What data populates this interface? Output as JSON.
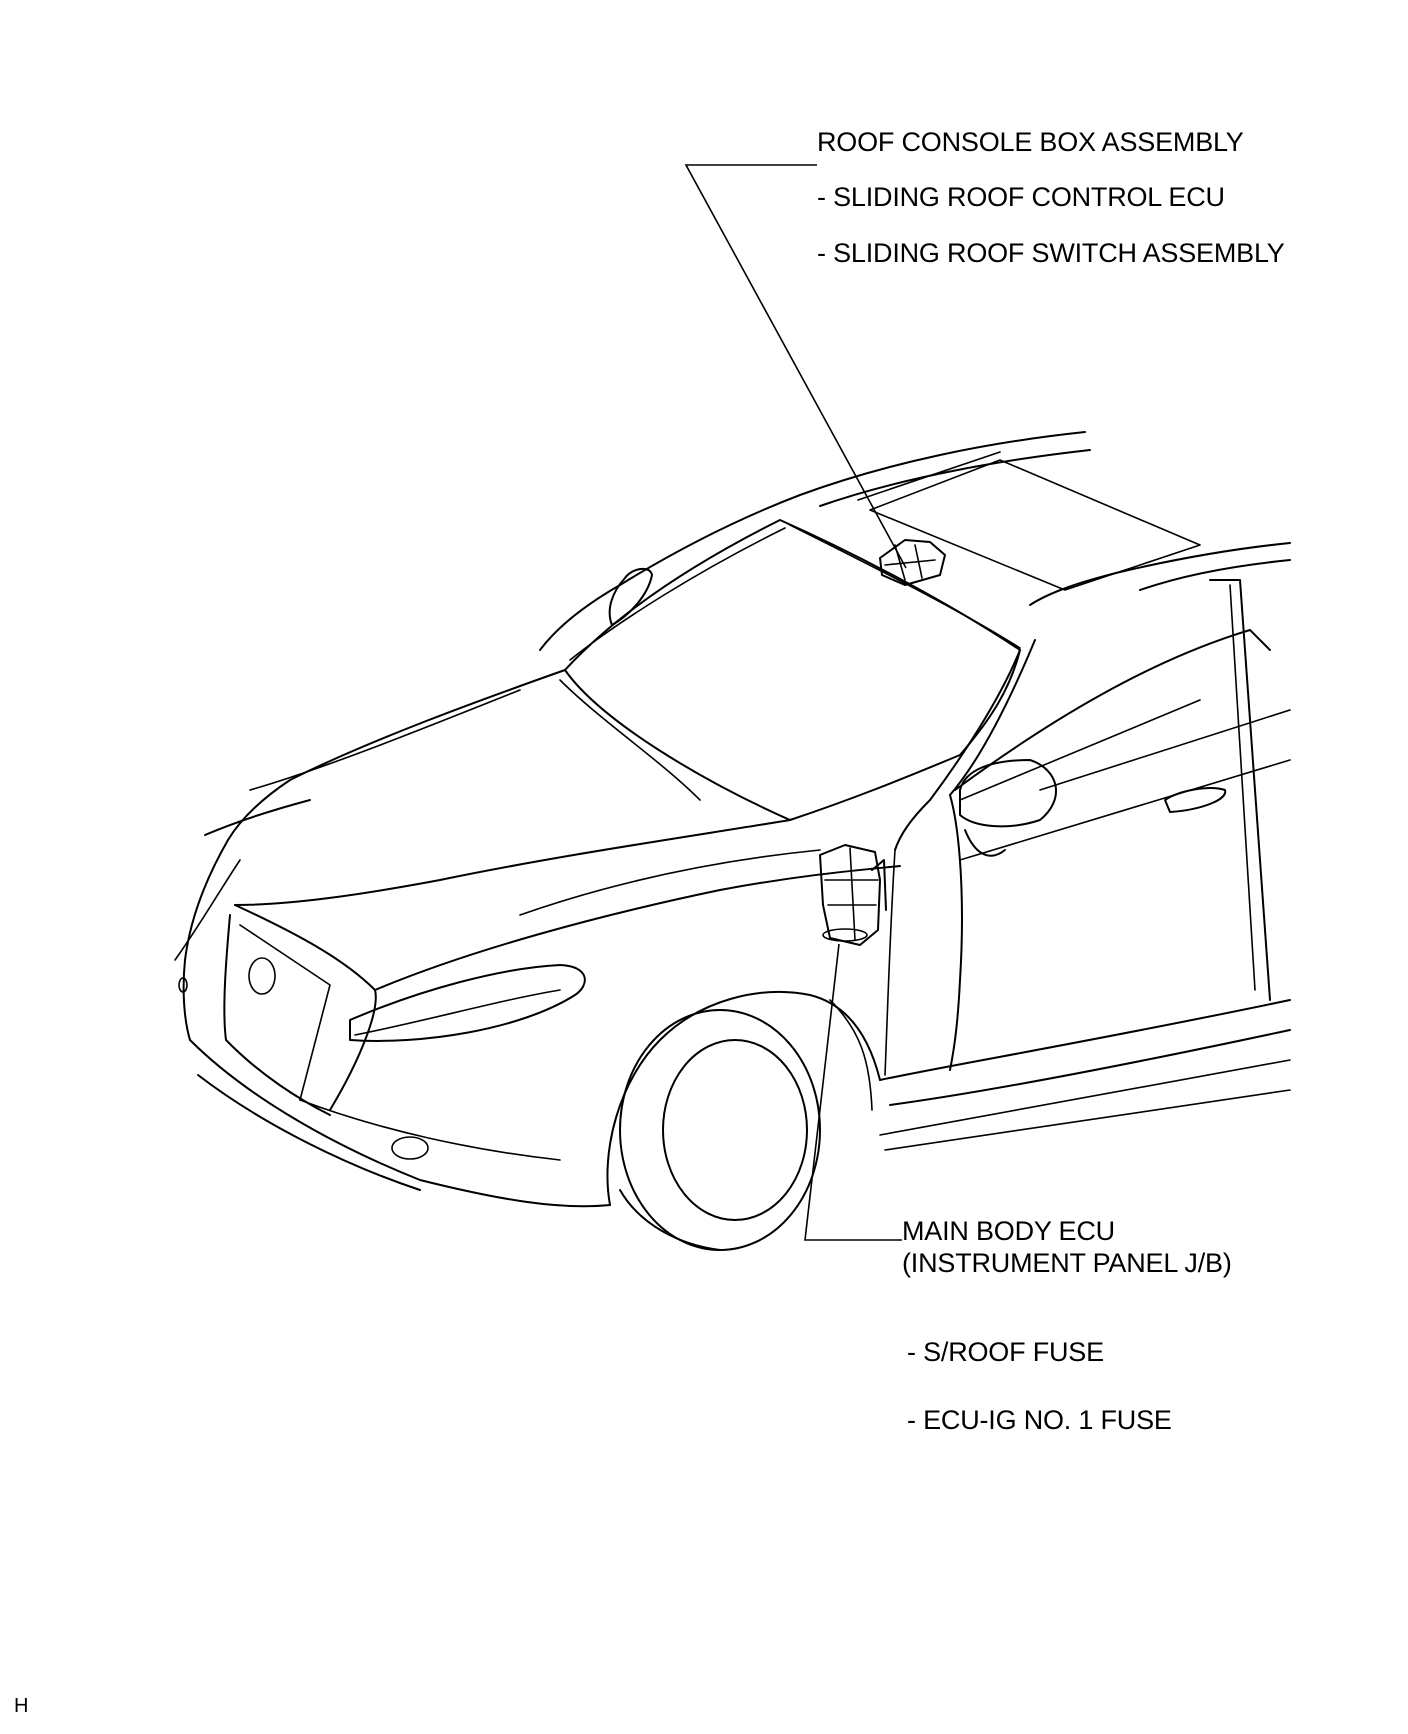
{
  "callouts": {
    "roof_console": {
      "title": "ROOF CONSOLE BOX ASSEMBLY",
      "items": [
        "- SLIDING ROOF CONTROL ECU",
        "- SLIDING ROOF SWITCH ASSEMBLY"
      ]
    },
    "main_body_ecu": {
      "title": "MAIN BODY ECU",
      "subtitle": "(INSTRUMENT PANEL J/B)",
      "items": [
        "- S/ROOF FUSE",
        "- ECU-IG NO. 1 FUSE"
      ]
    }
  },
  "corner_mark": "H"
}
